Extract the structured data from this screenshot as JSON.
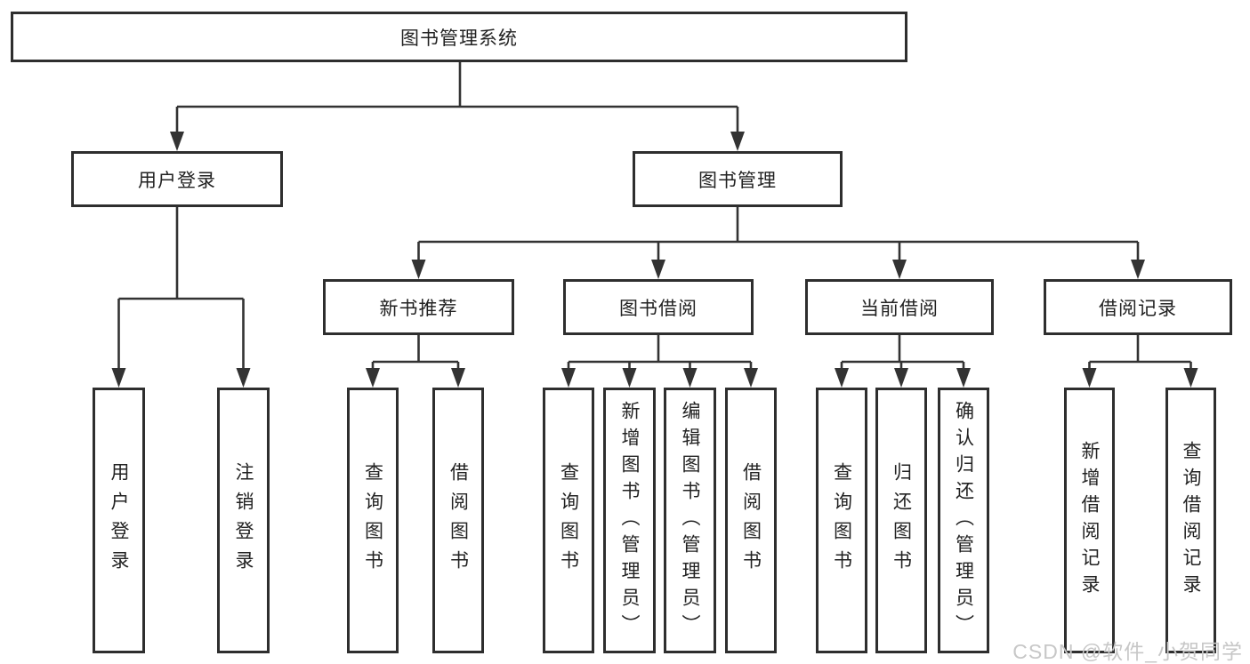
{
  "tree": {
    "root": {
      "label": "图书管理系统"
    },
    "branches": [
      {
        "label": "用户登录",
        "children": [
          {
            "label": "用户登录"
          },
          {
            "label": "注销登录"
          }
        ]
      },
      {
        "label": "图书管理",
        "groups": [
          {
            "label": "新书推荐",
            "children": [
              {
                "label": "查询图书"
              },
              {
                "label": "借阅图书"
              }
            ]
          },
          {
            "label": "图书借阅",
            "children": [
              {
                "label": "查询图书"
              },
              {
                "label": "新增图书（管理员）"
              },
              {
                "label": "编辑图书（管理员）"
              },
              {
                "label": "借阅图书"
              }
            ]
          },
          {
            "label": "当前借阅",
            "children": [
              {
                "label": "查询图书"
              },
              {
                "label": "归还图书"
              },
              {
                "label": "确认归还（管理员）"
              }
            ]
          },
          {
            "label": "借阅记录",
            "children": [
              {
                "label": "新增借阅记录"
              },
              {
                "label": "查询借阅记录"
              }
            ]
          }
        ]
      }
    ]
  },
  "watermark": {
    "text": "CSDN @软件_小贺同学",
    "color": "#c7c7c7"
  },
  "colors": {
    "line": "#333333",
    "box_border": "#2e2e2e",
    "text": "#222222",
    "background": "#ffffff"
  }
}
